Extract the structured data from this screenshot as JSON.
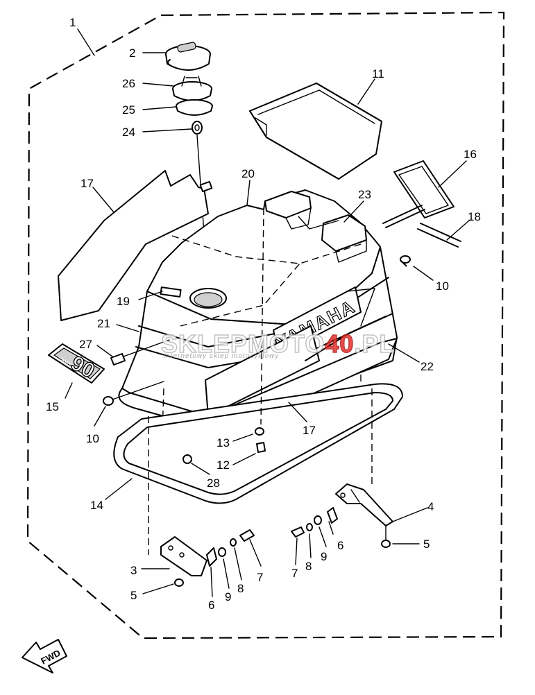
{
  "diagram": {
    "brand_label": "YAMAHA",
    "badge_number": "90",
    "badge_small": "YAMAHA",
    "fwd_label": "FWD",
    "callouts": [
      {
        "id": "c1",
        "text": "1"
      },
      {
        "id": "c2",
        "text": "2"
      },
      {
        "id": "c26",
        "text": "26"
      },
      {
        "id": "c25",
        "text": "25"
      },
      {
        "id": "c24",
        "text": "24"
      },
      {
        "id": "c11",
        "text": "11"
      },
      {
        "id": "c16",
        "text": "16"
      },
      {
        "id": "c17a",
        "text": "17"
      },
      {
        "id": "c20",
        "text": "20"
      },
      {
        "id": "c23",
        "text": "23"
      },
      {
        "id": "c18",
        "text": "18"
      },
      {
        "id": "c10a",
        "text": "10"
      },
      {
        "id": "c19",
        "text": "19"
      },
      {
        "id": "c21",
        "text": "21"
      },
      {
        "id": "c27",
        "text": "27"
      },
      {
        "id": "c22",
        "text": "22"
      },
      {
        "id": "c15",
        "text": "15"
      },
      {
        "id": "c10b",
        "text": "10"
      },
      {
        "id": "c17b",
        "text": "17"
      },
      {
        "id": "c13",
        "text": "13"
      },
      {
        "id": "c12",
        "text": "12"
      },
      {
        "id": "c28",
        "text": "28"
      },
      {
        "id": "c14",
        "text": "14"
      },
      {
        "id": "c4",
        "text": "4"
      },
      {
        "id": "c5a",
        "text": "5"
      },
      {
        "id": "c6a",
        "text": "6"
      },
      {
        "id": "c9a",
        "text": "9"
      },
      {
        "id": "c8a",
        "text": "8"
      },
      {
        "id": "c7a",
        "text": "7"
      },
      {
        "id": "c3",
        "text": "3"
      },
      {
        "id": "c5b",
        "text": "5"
      },
      {
        "id": "c6b",
        "text": "6"
      },
      {
        "id": "c9b",
        "text": "9"
      },
      {
        "id": "c8b",
        "text": "8"
      },
      {
        "id": "c7b",
        "text": "7"
      }
    ]
  },
  "watermark": {
    "part1": "SKLEPMOTO",
    "part2": "40",
    "part3": ".PL",
    "subtitle": "internetowy sklep motocyklowy",
    "accent_color": "#e8302c"
  }
}
